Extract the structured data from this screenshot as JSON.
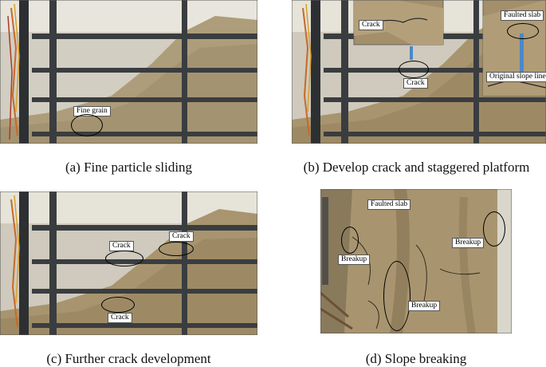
{
  "figure": {
    "panels": [
      {
        "caption": "(a) Fine particle sliding",
        "labels": [
          "Fine grain"
        ]
      },
      {
        "caption": "(b) Develop crack and staggered platform",
        "labels": [
          "Crack",
          "Faulted slab",
          "Crack",
          "Original slope line"
        ]
      },
      {
        "caption": "(c) Further crack development",
        "labels": [
          "Crack",
          "Crack",
          "Crack"
        ]
      },
      {
        "caption": "(d) Slope breaking",
        "labels": [
          "Faulted slab",
          "Breakup",
          "Breakup",
          "Breakup"
        ]
      }
    ]
  },
  "colors": {
    "soil": "#a8956f",
    "frame": "#3a3d40",
    "arrow": "#4a88c8",
    "wall": "#d9d6cc"
  }
}
